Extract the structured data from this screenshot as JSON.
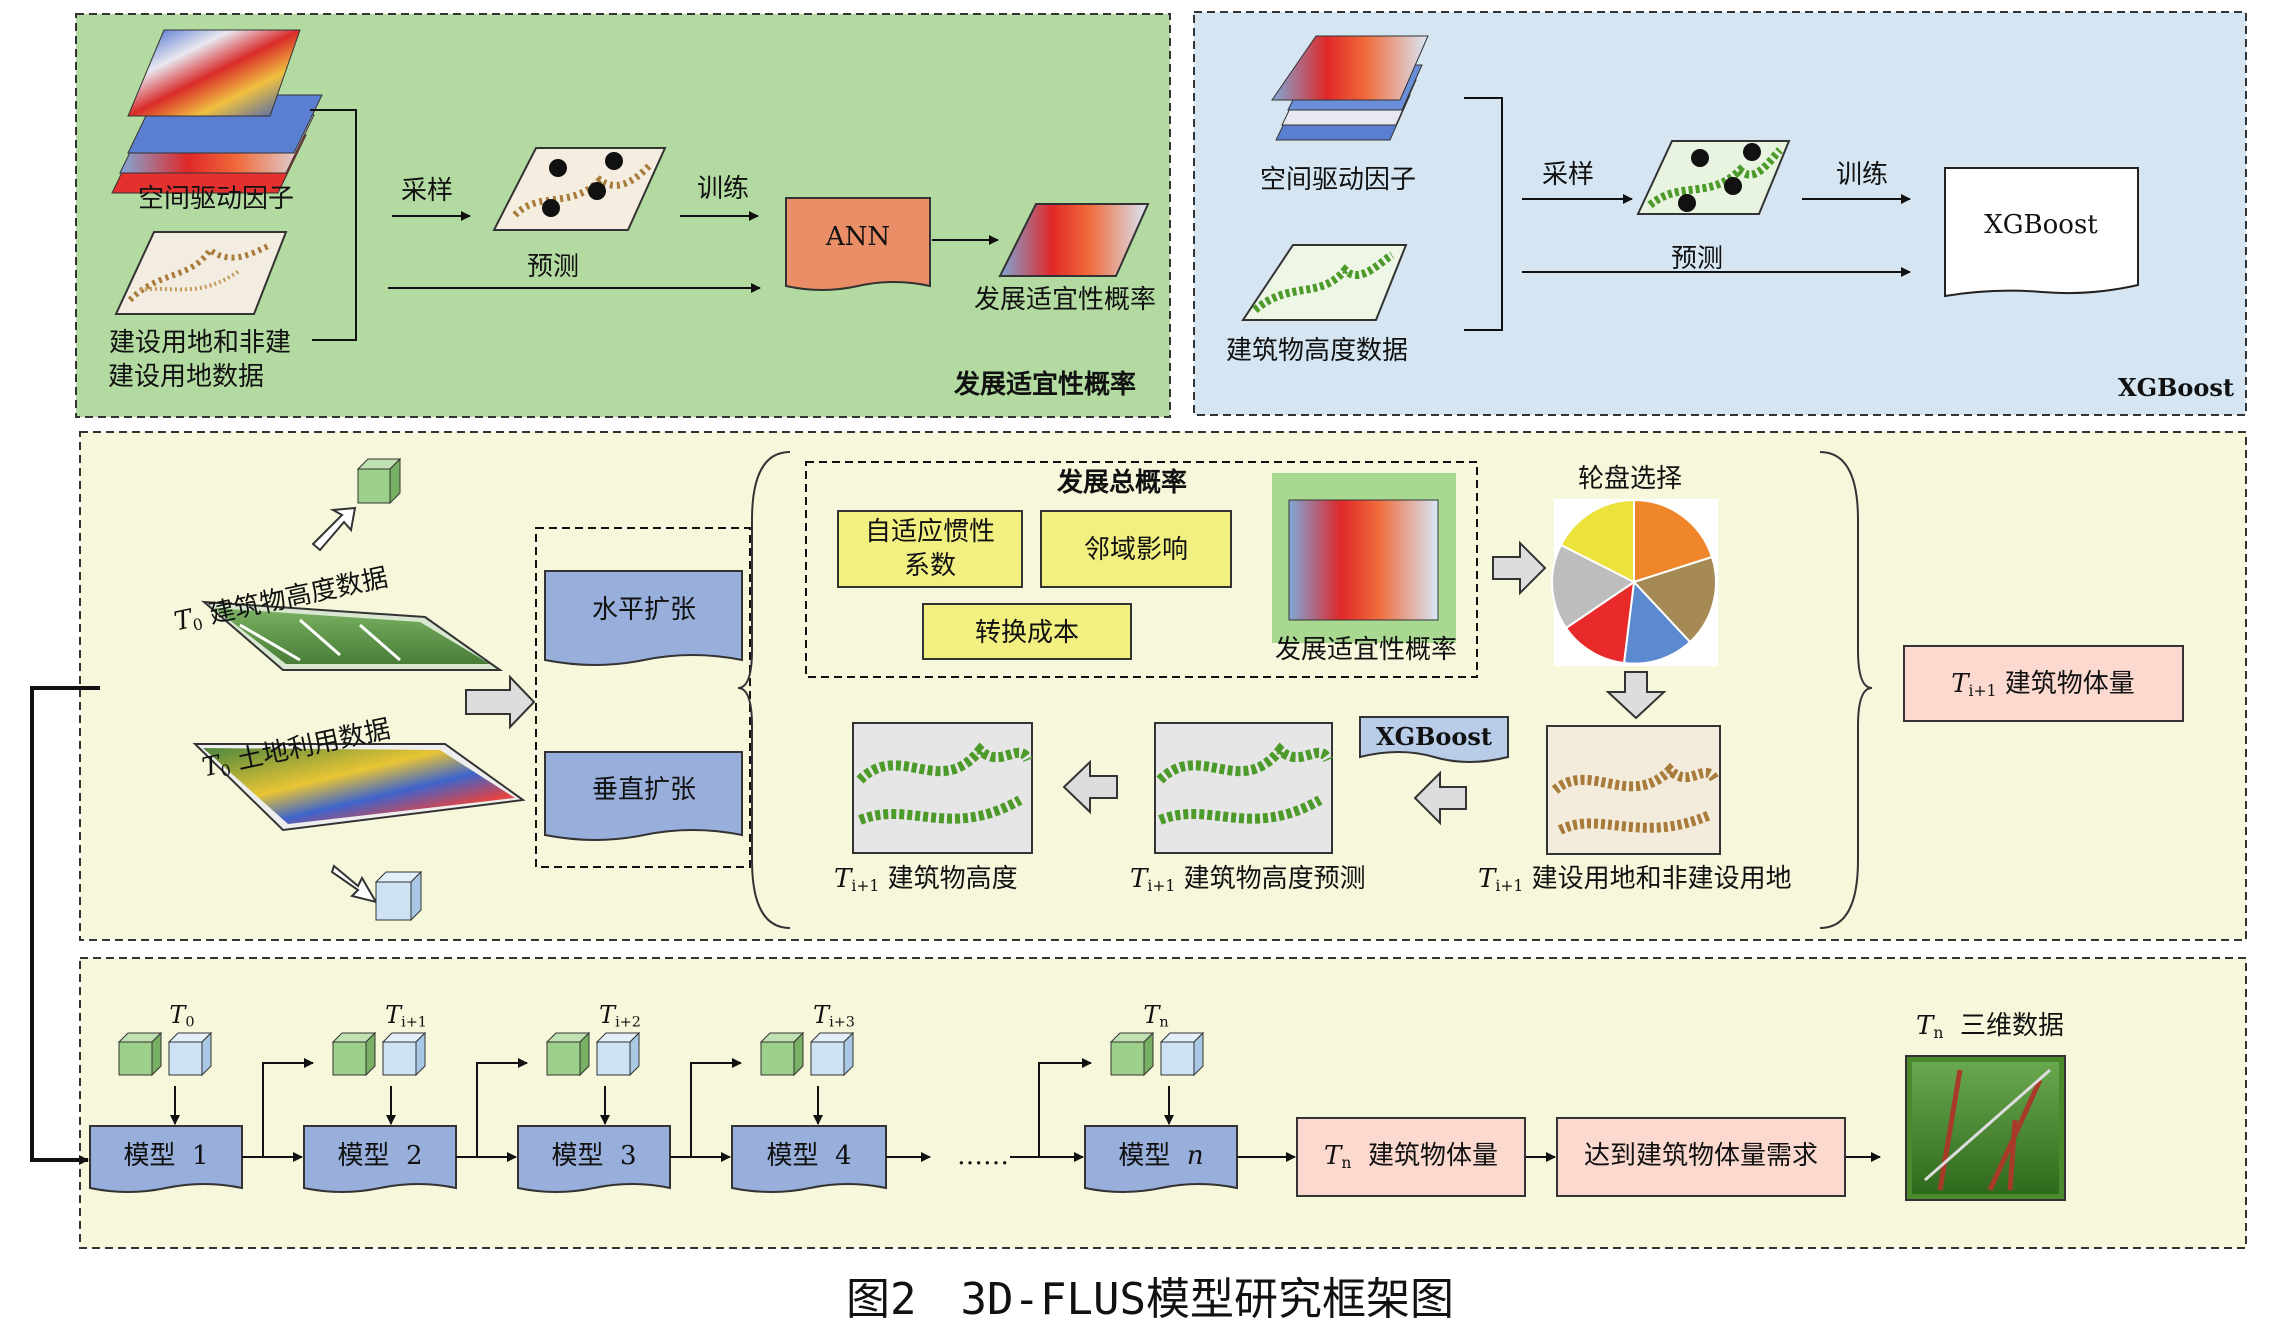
{
  "panel1": {
    "driver_label": "空间驱动因子",
    "landuse_label_1": "建设用地和非建",
    "landuse_label_2": "建设用地数据",
    "sample_label": "采样",
    "train_label": "训练",
    "predict_label": "预测",
    "model_label": "ANN",
    "output_label": "发展适宜性概率",
    "panel_title": "发展适宜性概率"
  },
  "panel2": {
    "driver_label": "空间驱动因子",
    "height_label": "建筑物高度数据",
    "sample_label": "采样",
    "train_label": "训练",
    "predict_label": "预测",
    "model_label": "XGBoost",
    "panel_title": "XGBoost"
  },
  "panel3": {
    "t0_symbol": "T",
    "t0_sub": "0",
    "t0_height_label": "建筑物高度数据",
    "t0_landuse_label": "土地利用数据",
    "horizontal_label": "水平扩张",
    "vertical_label": "垂直扩张",
    "total_prob_title": "发展总概率",
    "inertia_1": "自适应惯性",
    "inertia_2": "系数",
    "neighborhood": "邻域影响",
    "conversion_cost": "转换成本",
    "suitability": "发展适宜性概率",
    "roulette": "轮盘选择",
    "xgboost_tag": "XGBoost",
    "t1_symbol": "T",
    "t1_sub": "i+1",
    "t1_height": "建筑物高度",
    "t1_height_pred": "建筑物高度预测",
    "t1_landuse": "建设用地和非建设用地",
    "t1_volume": "建筑物体量"
  },
  "panel4": {
    "steps": [
      {
        "symbol": "T",
        "sub": "0"
      },
      {
        "symbol": "T",
        "sub": "i+1"
      },
      {
        "symbol": "T",
        "sub": "i+2"
      },
      {
        "symbol": "T",
        "sub": "i+3"
      },
      {
        "symbol": "T",
        "sub": "n"
      }
    ],
    "model_word": "模型",
    "models": [
      "1",
      "2",
      "3",
      "4",
      "n"
    ],
    "ellipsis": "……",
    "tn_symbol": "T",
    "tn_sub": "n",
    "tn_volume": "建筑物体量",
    "demand": "达到建筑物体量需求",
    "tn_3d": "三维数据"
  },
  "caption": "图2　3D-FLUS模型研究框架图",
  "colors": {
    "ann_panel": "#b3dba1",
    "xgboost_panel": "#d5e5f2",
    "sim_panel": "#f7f7dc",
    "process_box": "#98aedb",
    "factor_box": "#f1f080",
    "volume_box": "#fbd9cf",
    "ann_box": "#e98e67",
    "green_cube": "#9dd08a",
    "blue_cube": "#cde2f5"
  }
}
